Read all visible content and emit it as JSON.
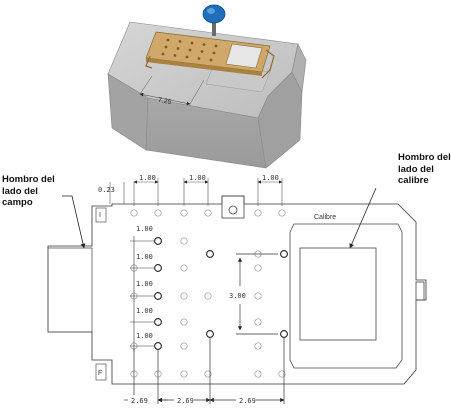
{
  "illustration": {
    "block_color": "#b9b9b9",
    "gauge_color": "#cfa86a",
    "knob_color": "#1e6fb8",
    "dimension_label": "7.25"
  },
  "callouts": {
    "left": [
      "Hombro del",
      "lado del",
      "campo"
    ],
    "right": [
      "Hombro del",
      "lado del",
      "calibre"
    ]
  },
  "drawing": {
    "top_offset": "0.23",
    "top_spacing": [
      "1.00",
      "1.00",
      "1.00"
    ],
    "row_spacing": [
      "1.00",
      "1.00",
      "1.00",
      "1.00",
      "1.00"
    ],
    "vertical_span": "3.00",
    "bottom_spacing": [
      "2.69",
      "2.69",
      "2.69"
    ],
    "calibre_label": "Calibre",
    "mark_i": "I",
    "mark_f": "F"
  }
}
